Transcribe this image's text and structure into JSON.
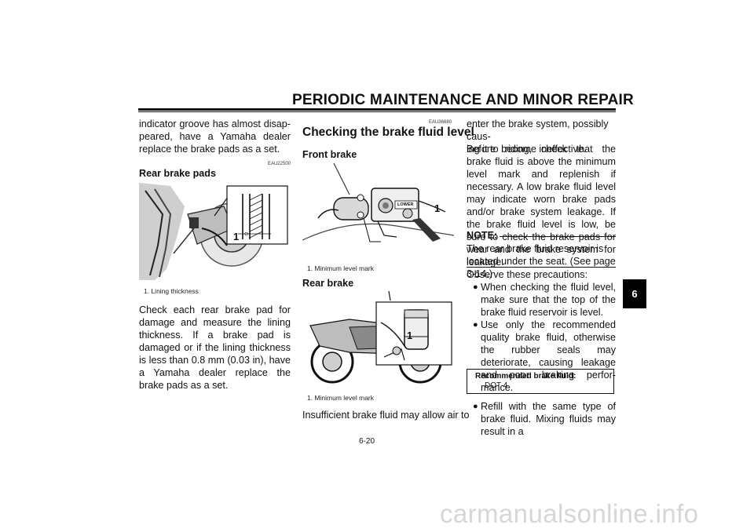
{
  "header": {
    "title": "PERIODIC MAINTENANCE AND MINOR REPAIR"
  },
  "thumb_tab": "6",
  "col1": {
    "intro": "indicator groove has almost disap-peared, have a Yamaha dealer replace the brake pads as a set.",
    "code": "EAU22500",
    "subhead": "Rear brake pads",
    "figure_callout": "1",
    "caption": "1. Lining thickness",
    "body": "Check each rear brake pad for damage and measure the lining thickness. If a brake pad is damaged or if the lining thickness is less than 0.8 mm (0.03 in), have a Yamaha dealer replace the brake pads as a set."
  },
  "col2": {
    "code": "EAU36680",
    "heading": "Checking the brake fluid level",
    "front_label": "Front brake",
    "front_figure_callout": "1",
    "front_figure_text": "LOWER",
    "front_caption": "1. Minimum level mark",
    "rear_label": "Rear brake",
    "rear_figure_callout": "1",
    "rear_caption": "1. Minimum level mark",
    "closing": "Insufficient brake fluid may allow air to"
  },
  "col3": {
    "para1_line1": "enter the brake system, possibly caus-",
    "para1_line2": "ing it to become ineffective.",
    "para2": "Before riding, check that the brake fluid is above the minimum level mark and replenish if necessary. A low brake fluid level may indicate worn brake pads and/or brake system leakage. If the brake fluid level is low, be sure to check the brake pads for wear and the brake system for leakage.",
    "note_label": "NOTE:",
    "note_text": "The rear brake fluid reservoir is located under the seat. (See page 3-14.)",
    "observe": "Observe these precautions:",
    "bullets": [
      "When checking the fluid level, make sure that the top of the brake fluid reservoir is level.",
      "Use only the recommended quality brake fluid, otherwise the rubber seals may deteriorate, causing leakage and poor braking perfor-mance."
    ],
    "spec_label": "Recommended brake fluid:",
    "spec_value": "DOT 4",
    "bullet3": "Refill with the same type of brake fluid. Mixing fluids may result in a"
  },
  "page_number": "6-20",
  "watermark": "carmanualsonline.info"
}
